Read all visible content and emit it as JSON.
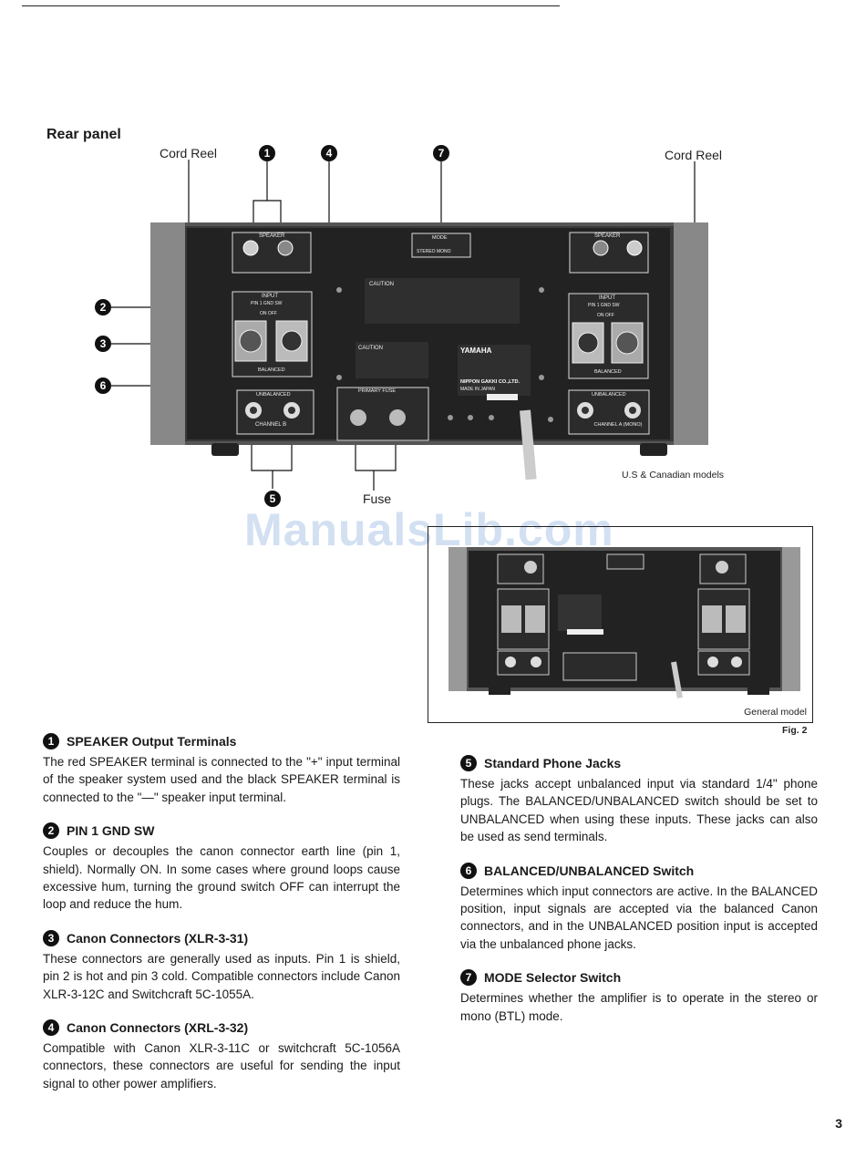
{
  "title": "Rear panel",
  "labels": {
    "cord_reel_left": "Cord Reel",
    "cord_reel_right": "Cord Reel",
    "fuse": "Fuse",
    "us_models": "U.S & Canadian models",
    "general_model": "General model",
    "fig": "Fig. 2"
  },
  "callouts": [
    "1",
    "2",
    "3",
    "4",
    "5",
    "6",
    "7"
  ],
  "watermark": "ManualsLib.com",
  "sections": [
    {
      "n": "1",
      "title": "SPEAKER Output Terminals",
      "body": "The red SPEAKER terminal is connected to the \"+\" input terminal of the speaker system used and the black SPEAKER terminal is connected to the \"—\" speaker input terminal."
    },
    {
      "n": "2",
      "title": "PIN 1 GND SW",
      "body": "Couples or decouples the canon connector earth line (pin 1, shield). Normally ON. In some cases where ground loops cause excessive hum, turning the ground switch OFF can interrupt the loop and reduce the hum."
    },
    {
      "n": "3",
      "title": "Canon Connectors (XLR-3-31)",
      "body": "These connectors are generally used as inputs. Pin 1 is shield, pin 2 is hot and pin 3 cold. Compatible connectors include Canon XLR-3-12C and Switchcraft 5C-1055A."
    },
    {
      "n": "4",
      "title": "Canon Connectors (XRL-3-32)",
      "body": "Compatible with Canon XLR-3-11C or switchcraft 5C-1056A connectors, these connectors are useful for sending the input signal to other power amplifiers."
    },
    {
      "n": "5",
      "title": "Standard Phone Jacks",
      "body": "These jacks accept unbalanced input via standard 1/4\" phone plugs. The BALANCED/UNBALANCED switch should be set to UNBALANCED when using these inputs. These jacks can also be used as send terminals."
    },
    {
      "n": "6",
      "title": "BALANCED/UNBALANCED Switch",
      "body": "Determines which input connectors are active. In the BALANCED position, input signals are accepted via the balanced Canon connectors, and in the UNBALANCED position input is accepted via the unbalanced phone jacks."
    },
    {
      "n": "7",
      "title": "MODE Selector Switch",
      "body": "Determines whether the amplifier is to operate in the stereo or mono (BTL) mode."
    }
  ],
  "panel": {
    "speaker": "SPEAKER",
    "input": "INPUT",
    "pin_gnd": "PIN 1 GND SW",
    "on_off": "ON   OFF",
    "balanced": "BALANCED",
    "unbalanced": "UNBALANCED",
    "channel_b": "CHANNEL B",
    "channel_a": "CHANNEL A (MONO)",
    "mode": "MODE",
    "stereo_mono": "STEREO   MONO",
    "primary_fuse": "PRIMARY FUSE",
    "brand": "YAMAHA",
    "maker": "NIPPON GAKKI CO.,LTD.",
    "made_in": "MADE IN JAPAN",
    "caution": "CAUTION"
  },
  "page_number": "3"
}
